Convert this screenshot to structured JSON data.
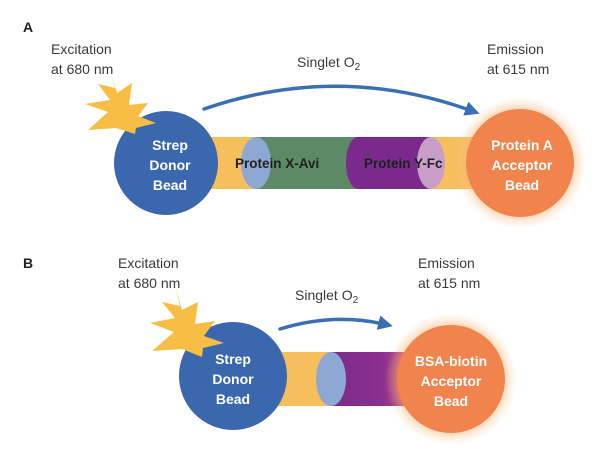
{
  "panel_a": {
    "letter": "A",
    "excitation_line1": "Excitation",
    "excitation_line2": "at 680 nm",
    "singlet_prefix": "Singlet O",
    "singlet_sub": "2",
    "emission_line1": "Emission",
    "emission_line2": "at 615 nm",
    "donor_line1": "Strep",
    "donor_line2": "Donor",
    "donor_line3": "Bead",
    "protein_x": "Protein X-Avi",
    "protein_y": "Protein Y-Fc",
    "acceptor_line1": "Protein A",
    "acceptor_line2": "Acceptor",
    "acceptor_line3": "Bead"
  },
  "panel_b": {
    "letter": "B",
    "excitation_line1": "Excitation",
    "excitation_line2": "at 680 nm",
    "singlet_prefix": "Singlet O",
    "singlet_sub": "2",
    "emission_line1": "Emission",
    "emission_line2": "at 615 nm",
    "donor_line1": "Strep",
    "donor_line2": "Donor",
    "donor_line3": "Bead",
    "acceptor_line1": "BSA-biotin",
    "acceptor_line2": "Acceptor",
    "acceptor_line3": "Bead"
  },
  "colors": {
    "donor_bead": "#3b67ae",
    "acceptor_bead": "#f0844c",
    "acceptor_glow": "#f7a25e",
    "burst": "#f7bd45",
    "linker": "#f6bf5c",
    "avi_cap": "#8ea8d4",
    "protein_x": "#5c8a66",
    "protein_y": "#7a2a8c",
    "fc_cap": "#c99fc8",
    "arrow": "#3b6fb4"
  }
}
